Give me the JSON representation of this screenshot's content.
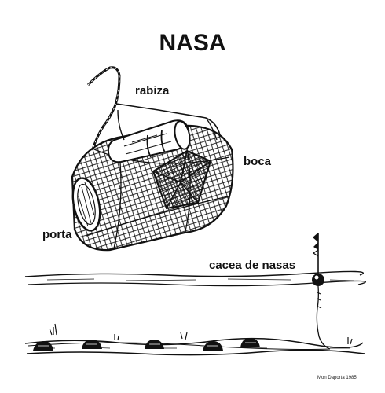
{
  "title": "NASA",
  "labels": {
    "rabiza": "rabiza",
    "boca": "boca",
    "porta": "porta",
    "cacea": "cacea de nasas"
  },
  "credit": "Mon Daporta 1985",
  "colors": {
    "ink": "#111111",
    "background": "#ffffff"
  }
}
